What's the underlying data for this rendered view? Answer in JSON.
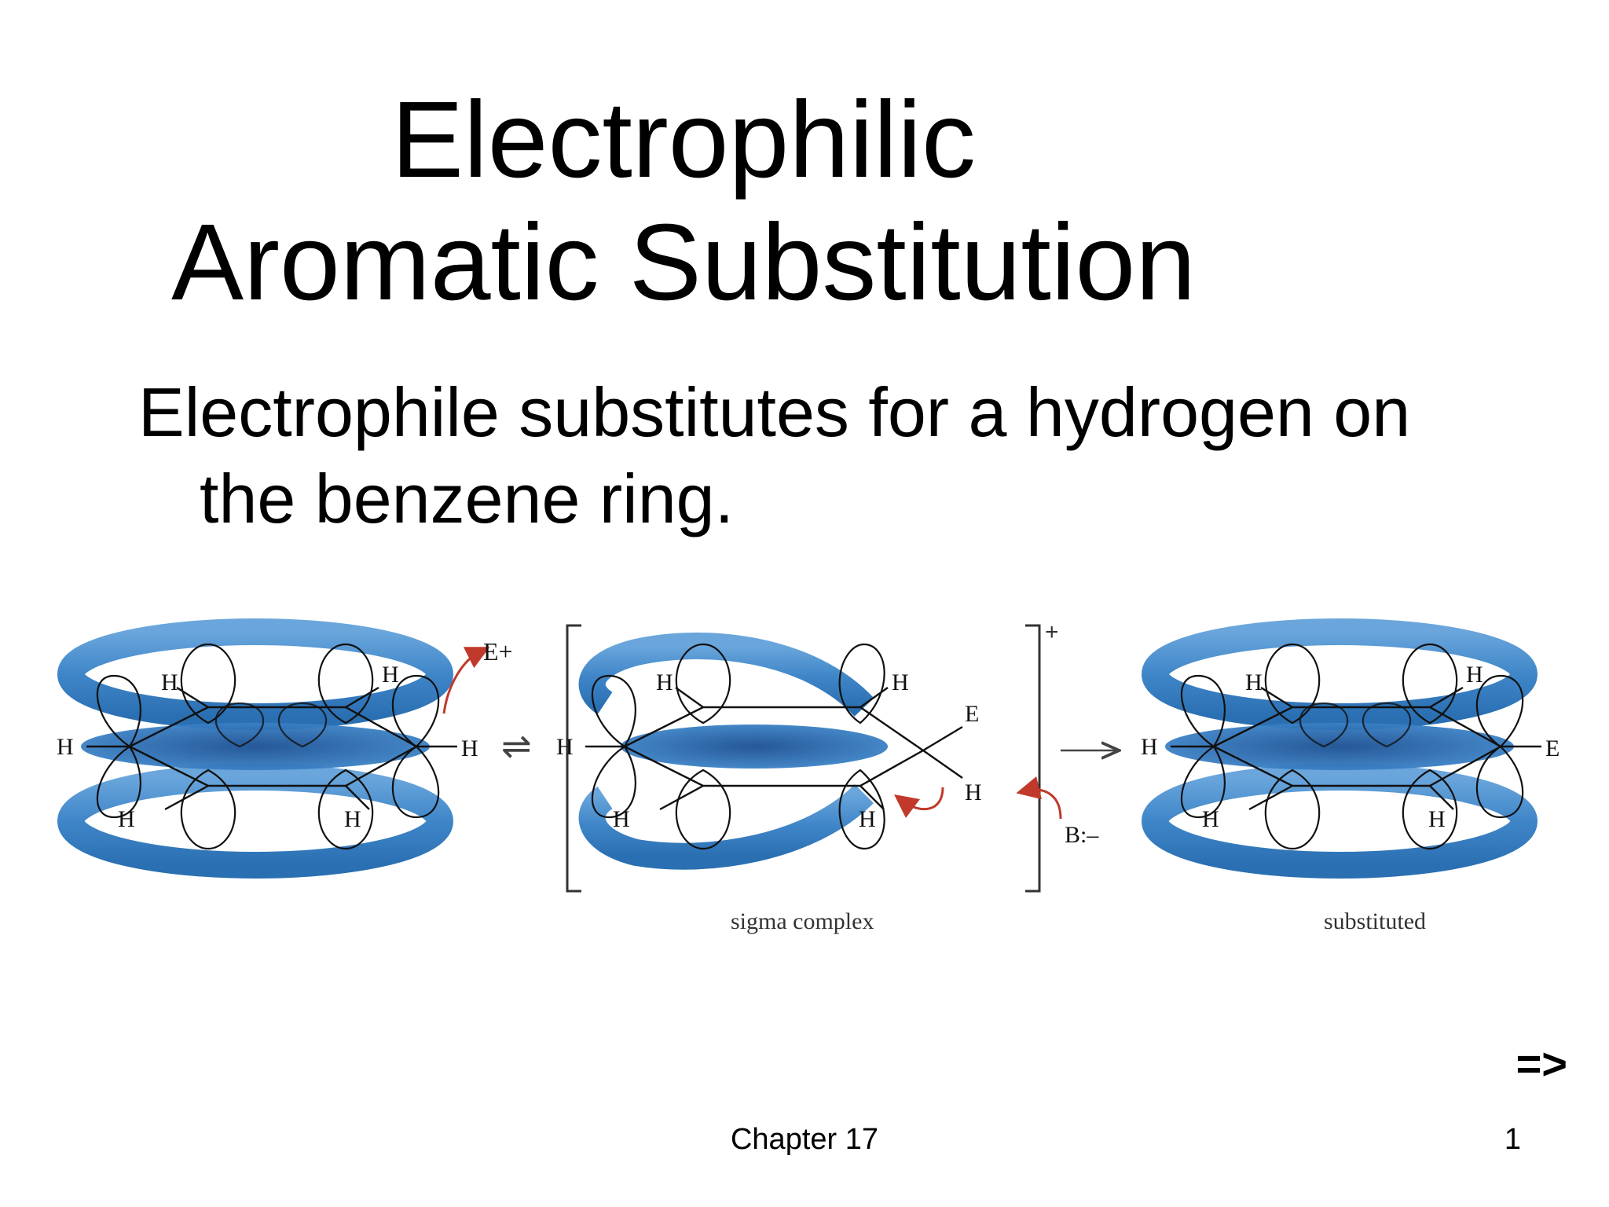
{
  "slide": {
    "title_line1": "Electrophilic",
    "title_line2": "Aromatic Substitution",
    "bullet_line1": "Electrophile substitutes for a hydrogen on",
    "bullet_line2": "the benzene ring.",
    "next_arrow": "=>",
    "footer_chapter": "Chapter 17",
    "footer_page": "1"
  },
  "diagram": {
    "atom_H": "H",
    "atom_E": "E",
    "electrophile": "E+",
    "base": "B:–",
    "charge": "+",
    "sigma_label": "sigma complex",
    "product_label": "substituted",
    "equilibrium_arrow": "⇌",
    "reaction_arrow": "→"
  },
  "colors": {
    "ring_blue": "#3f86c8",
    "ring_dark": "#1d5aa0",
    "curved_arrow": "#c0392b",
    "text": "#000000"
  }
}
